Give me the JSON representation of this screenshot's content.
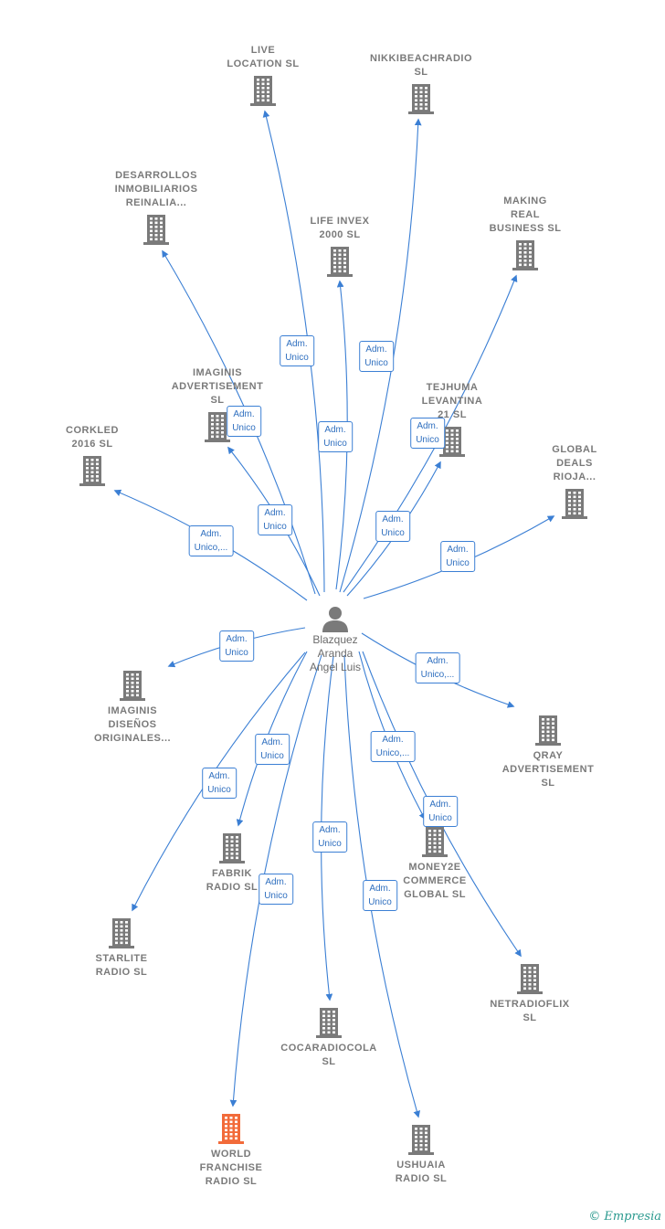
{
  "colors": {
    "edge": "#3b7fd4",
    "building": "#7a7a7a",
    "highlight": "#f26b3a",
    "person": "#7a7a7a"
  },
  "center": {
    "name": "Blazquez\nAranda\nAngel Luis",
    "icon": "person-icon"
  },
  "companies": [
    {
      "id": "live-location",
      "name": "LIVE\nLOCATION SL",
      "highlight": false
    },
    {
      "id": "nikkibeachradio",
      "name": "NIKKIBEACHRADIO\nSL",
      "highlight": false
    },
    {
      "id": "desarrollos",
      "name": "DESARROLLOS\nINMOBILIARIOS\nREINALIA...",
      "highlight": false
    },
    {
      "id": "life-invex",
      "name": "LIFE INVEX\n2000 SL",
      "highlight": false
    },
    {
      "id": "making-real",
      "name": "MAKING\nREAL\nBUSINESS SL",
      "highlight": false
    },
    {
      "id": "imaginis-adv",
      "name": "IMAGINIS\nADVERTISEMENT\nSL",
      "highlight": false
    },
    {
      "id": "tejhuma",
      "name": "TEJHUMA\nLEVANTINA\n21 SL",
      "highlight": false
    },
    {
      "id": "corkled",
      "name": "CORKLED\n2016 SL",
      "highlight": false
    },
    {
      "id": "global-deals",
      "name": "GLOBAL\nDEALS\nRIOJA...",
      "highlight": false
    },
    {
      "id": "imaginis-dis",
      "name": "IMAGINIS\nDISEÑOS\nORIGINALES...",
      "highlight": false
    },
    {
      "id": "qray",
      "name": "QRAY\nADVERTISEMENT\nSL",
      "highlight": false
    },
    {
      "id": "fabrik",
      "name": "FABRIK\nRADIO SL",
      "highlight": false
    },
    {
      "id": "money2e",
      "name": "MONEY2E\nCOMMERCE\nGLOBAL SL",
      "highlight": false
    },
    {
      "id": "starlite",
      "name": "STARLITE\nRADIO SL",
      "highlight": false
    },
    {
      "id": "netradioflix",
      "name": "NETRADIOFLIX\nSL",
      "highlight": false
    },
    {
      "id": "cocaradiocola",
      "name": "COCARADIOCOLA\nSL",
      "highlight": false
    },
    {
      "id": "world-franchise",
      "name": "WORLD\nFRANCHISE\nRADIO SL",
      "highlight": true
    },
    {
      "id": "ushuaia",
      "name": "USHUAIA\nRADIO SL",
      "highlight": false
    }
  ],
  "relations": [
    {
      "target": "live-location",
      "role": "Adm.\nUnico"
    },
    {
      "target": "nikkibeachradio",
      "role": "Adm.\nUnico"
    },
    {
      "target": "desarrollos",
      "role": "Adm.\nUnico"
    },
    {
      "target": "life-invex",
      "role": "Adm.\nUnico"
    },
    {
      "target": "making-real",
      "role": "Adm.\nUnico"
    },
    {
      "target": "imaginis-adv",
      "role": "Adm.\nUnico"
    },
    {
      "target": "tejhuma",
      "role": "Adm.\nUnico"
    },
    {
      "target": "corkled",
      "role": "Adm.\nUnico,..."
    },
    {
      "target": "global-deals",
      "role": "Adm.\nUnico"
    },
    {
      "target": "imaginis-dis",
      "role": "Adm.\nUnico"
    },
    {
      "target": "qray",
      "role": "Adm.\nUnico,..."
    },
    {
      "target": "fabrik",
      "role": "Adm.\nUnico"
    },
    {
      "target": "money2e",
      "role": "Adm.\nUnico,..."
    },
    {
      "target": "starlite",
      "role": "Adm.\nUnico"
    },
    {
      "target": "netradioflix",
      "role": "Adm.\nUnico"
    },
    {
      "target": "cocaradiocola",
      "role": "Adm.\nUnico"
    },
    {
      "target": "world-franchise",
      "role": "Adm.\nUnico"
    },
    {
      "target": "ushuaia",
      "role": "Adm.\nUnico"
    }
  ],
  "footer": {
    "copyright": "©",
    "brand": "Empresia"
  }
}
